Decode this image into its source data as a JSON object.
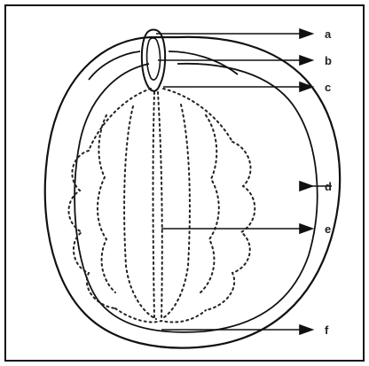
{
  "diagram": {
    "labels": [
      {
        "id": "a",
        "text": "a"
      },
      {
        "id": "b",
        "text": "b"
      },
      {
        "id": "c",
        "text": "c"
      },
      {
        "id": "d",
        "text": "d"
      },
      {
        "id": "e",
        "text": "e"
      },
      {
        "id": "f",
        "text": "f"
      }
    ]
  },
  "colors": {
    "line": "#111111",
    "dotted": "#222222",
    "background": "#ffffff"
  }
}
